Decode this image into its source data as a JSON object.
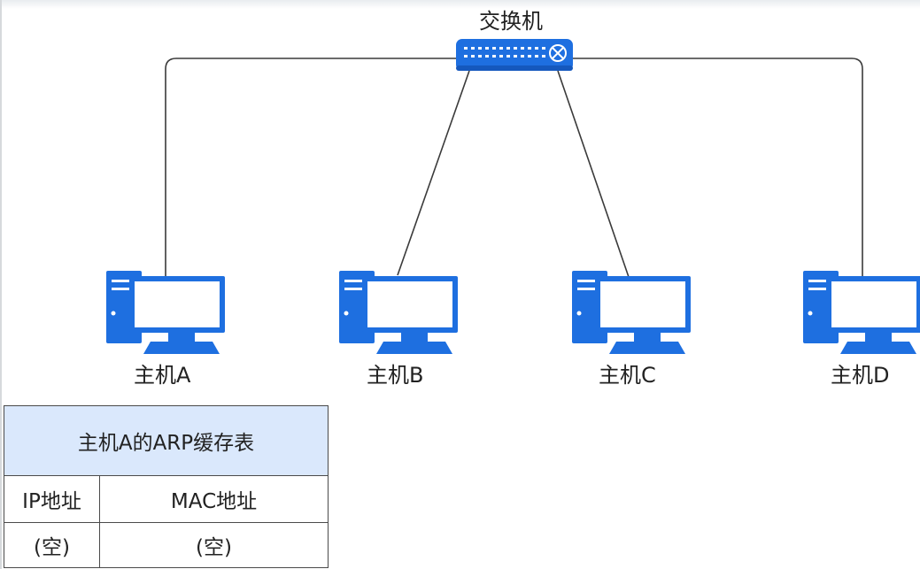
{
  "switch": {
    "label": "交换机",
    "icon": "network-switch-icon"
  },
  "hosts": [
    {
      "label": "主机A",
      "icon": "computer-icon"
    },
    {
      "label": "主机B",
      "icon": "computer-icon"
    },
    {
      "label": "主机C",
      "icon": "computer-icon"
    },
    {
      "label": "主机D",
      "icon": "computer-icon"
    }
  ],
  "arp_table": {
    "title": "主机A的ARP缓存表",
    "columns": [
      "IP地址",
      "MAC地址"
    ],
    "rows": [
      [
        "(空)",
        "(空)"
      ]
    ]
  },
  "colors": {
    "device_blue": "#1e6fe0",
    "table_header_fill": "#dae8fc",
    "line": "#3a3a3a"
  }
}
